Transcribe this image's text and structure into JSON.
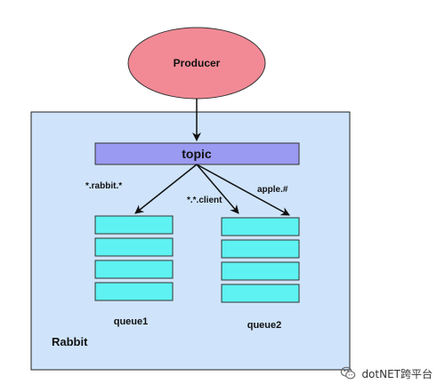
{
  "diagram": {
    "producer": "Producer",
    "exchange": "topic",
    "broker": "Rabbit",
    "routing_keys": [
      "*.rabbit.*",
      "*.*.client",
      "apple.#"
    ],
    "queues": [
      "queue1",
      "queue2"
    ]
  },
  "watermark": {
    "text": "dotNET跨平台",
    "icon": "wechat-icon"
  },
  "colors": {
    "producer_fill": "#f28a96",
    "broker_fill": "#cfe4fa",
    "exchange_fill": "#9a9af2",
    "queue_fill": "#5ef2f2"
  }
}
